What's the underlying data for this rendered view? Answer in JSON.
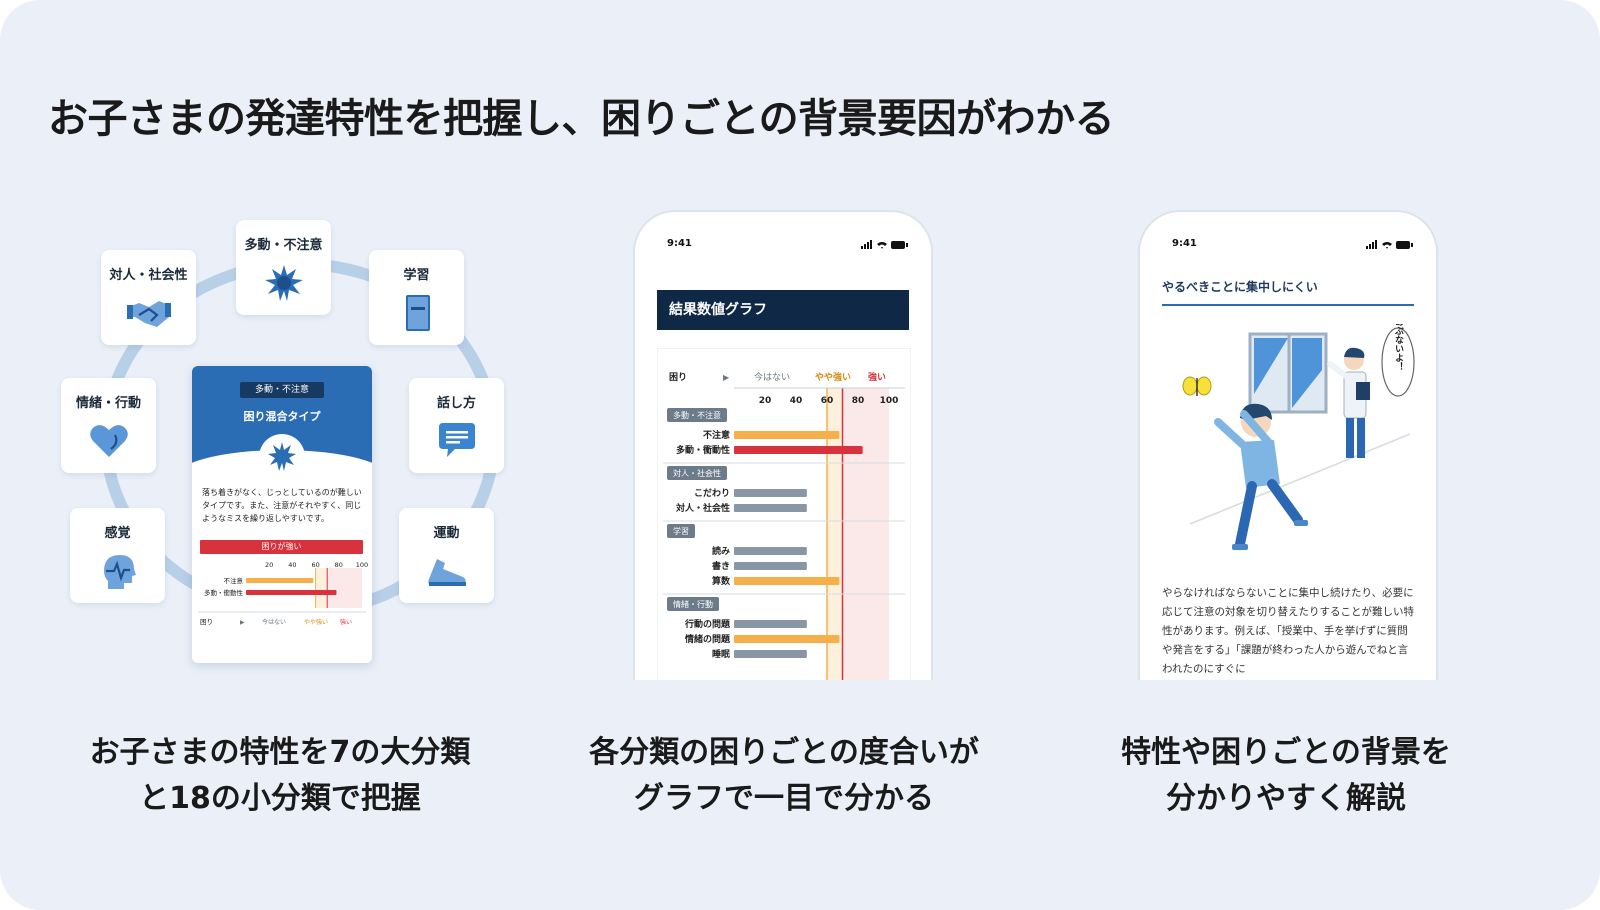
{
  "headline": "お子さまの発達特性を把握し、困りごとの背景要因がわかる",
  "wheel": {
    "categories": [
      {
        "label": "多動・不注意",
        "icon": "starburst-icon"
      },
      {
        "label": "学習",
        "icon": "book-icon"
      },
      {
        "label": "話し方",
        "icon": "speech-bubble-icon"
      },
      {
        "label": "運動",
        "icon": "shoe-icon"
      },
      {
        "label": "感覚",
        "icon": "head-pulse-icon"
      },
      {
        "label": "情緒・行動",
        "icon": "heart-icon"
      },
      {
        "label": "対人・社会性",
        "icon": "handshake-icon"
      }
    ],
    "card": {
      "badge": "多動・不注意",
      "type": "困り混合タイプ",
      "description": "落ち着きがなく、じっとしているのが難しいタイプです。また、注意がそれやすく、同じようなミスを繰り返しやすいです。",
      "level": "困りが強い",
      "ticks": [
        "20",
        "40",
        "60",
        "80",
        "100"
      ],
      "rows": [
        {
          "label": "不注意",
          "value": 58
        },
        {
          "label": "多動・衝動性",
          "value": 78
        }
      ],
      "legend": {
        "label": "困り",
        "arrow": "▶",
        "low": "今はない",
        "mid": "やや強い",
        "high": "強い"
      }
    }
  },
  "phone2": {
    "time": "9:41",
    "title": "結果数値グラフ",
    "chart": {
      "legend": {
        "label": "困り",
        "arrow": "▶",
        "low": "今はない",
        "mid": "やや強い",
        "high": "強い"
      },
      "ticks": [
        "20",
        "40",
        "60",
        "80",
        "100"
      ],
      "groups": [
        {
          "name": "多動・不注意",
          "rows": [
            {
              "label": "不注意",
              "value": 68,
              "level": "mid"
            },
            {
              "label": "多動・衝動性",
              "value": 83,
              "level": "high"
            }
          ]
        },
        {
          "name": "対人・社会性",
          "rows": [
            {
              "label": "こだわり",
              "value": 47,
              "level": "low"
            },
            {
              "label": "対人・社会性",
              "value": 47,
              "level": "low"
            }
          ]
        },
        {
          "name": "学習",
          "rows": [
            {
              "label": "読み",
              "value": 47,
              "level": "low"
            },
            {
              "label": "書き",
              "value": 47,
              "level": "low"
            },
            {
              "label": "算数",
              "value": 68,
              "level": "mid"
            }
          ]
        },
        {
          "name": "情緒・行動",
          "rows": [
            {
              "label": "行動の問題",
              "value": 47,
              "level": "low"
            },
            {
              "label": "情緒の問題",
              "value": 68,
              "level": "mid"
            },
            {
              "label": "睡眠",
              "value": 47,
              "level": "low"
            }
          ]
        }
      ]
    }
  },
  "phone3": {
    "time": "9:41",
    "heading": "やるべきことに集中しにくい",
    "speech": "あぶないよ！",
    "body": "やらなければならないことに集中し続けたり、必要に応じて注意の対象を切り替えたりすることが難しい特性があります。例えば、「授業中、手を挙げずに質問や発言をする」「課題が終わった人から遊んでねと言われたのにすぐに"
  },
  "captions": {
    "col1": [
      "お子さまの特性を7の大分類",
      "と18の小分類で把握"
    ],
    "col2": [
      "各分類の困りごとの度合いが",
      "グラフで一目で分かる"
    ],
    "col3": [
      "特性や困りごとの背景を",
      "分かりやすく解説"
    ]
  },
  "colors": {
    "background": "#ebf0f8",
    "primary": "#2a6db5",
    "navy": "#0f2846",
    "bar_low": "#8896a5",
    "bar_mid": "#f5b04c",
    "bar_high": "#d8323c",
    "ring": "#b8cfe8"
  }
}
